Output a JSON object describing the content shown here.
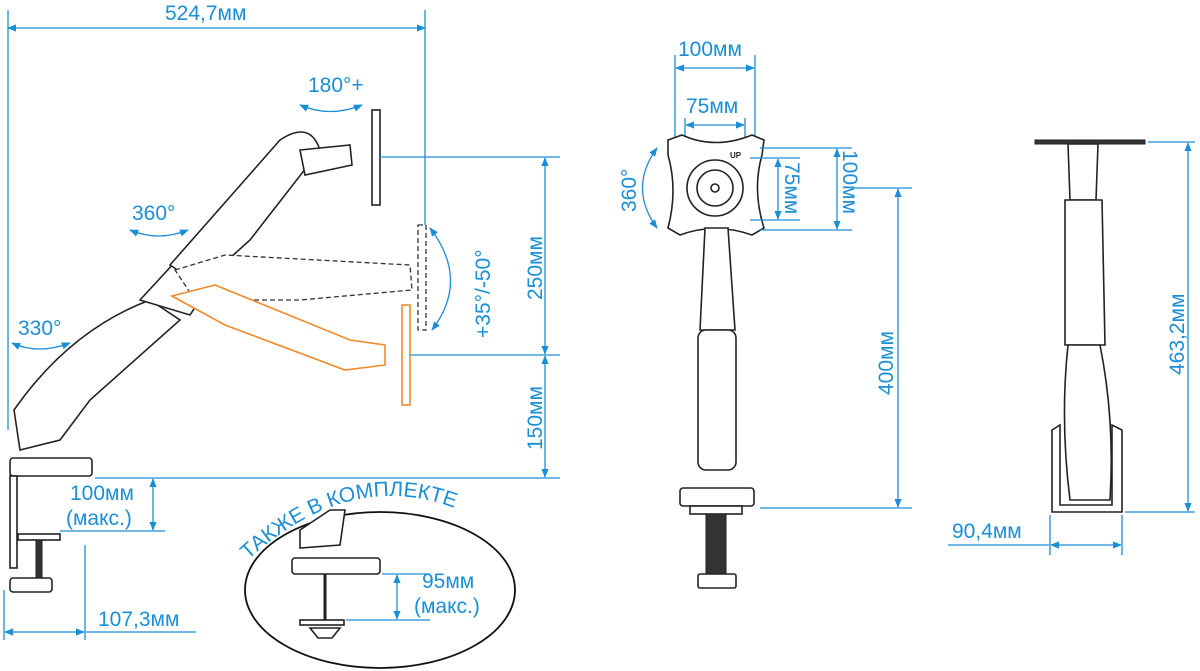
{
  "colors": {
    "dimension": "#1a8fd6",
    "alt_position": "#f08a2a",
    "outline": "#222222"
  },
  "side_view": {
    "total_reach": "524,7мм",
    "rotation_monitor": "180°+",
    "rotation_arm": "360°",
    "rotation_base": "330°",
    "tilt": "+35°/-50°",
    "height_range": "250мм",
    "min_height": "150мм",
    "clamp_thickness": "100мм",
    "clamp_thickness_note": "(макс.)",
    "clamp_depth": "107,3мм"
  },
  "included": {
    "title": "ТАКЖЕ В КОМПЛЕКТЕ",
    "grommet_thickness": "95мм",
    "grommet_thickness_note": "(макс.)"
  },
  "front_view": {
    "vesa_100_h": "100мм",
    "vesa_75_h": "75мм",
    "rotation": "360°",
    "vesa_75_v": "75мм",
    "vesa_100_v": "100мм",
    "max_height": "400мм",
    "up_mark": "UP"
  },
  "back_view": {
    "total_height": "463,2мм",
    "width": "90,4мм"
  }
}
